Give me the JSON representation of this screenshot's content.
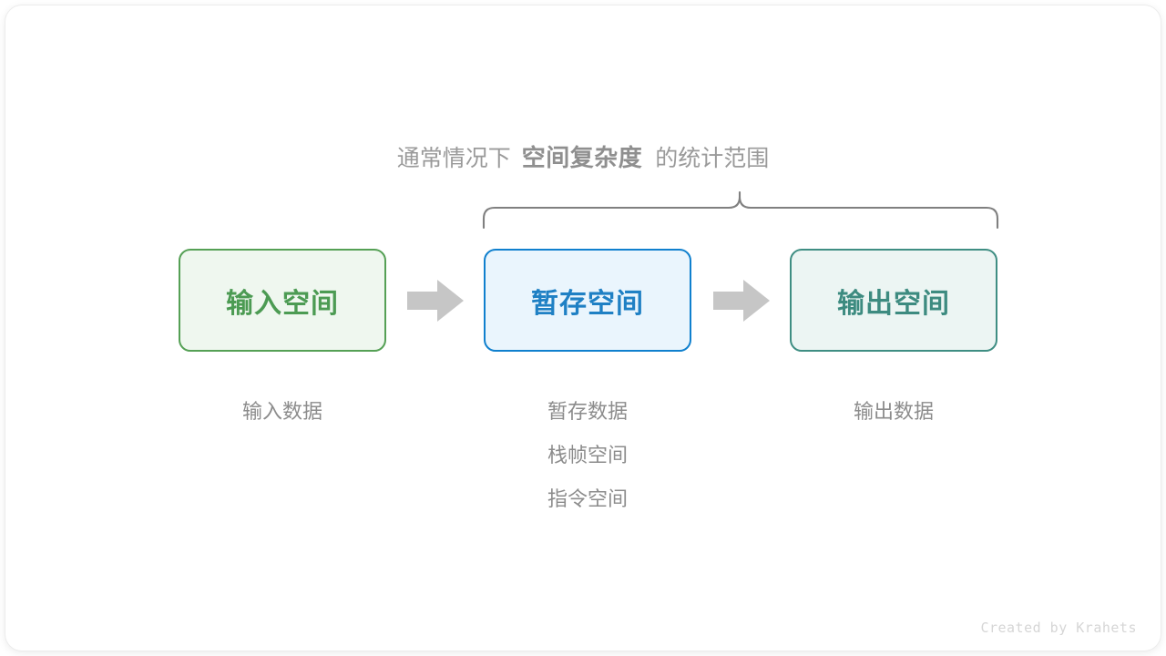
{
  "diagram": {
    "caption": {
      "prefix": "通常情况下",
      "emphasis": "空间复杂度",
      "suffix": "的统计范围"
    },
    "brace": {
      "label": "curly-brace-spanning-temp-and-output",
      "color": "#808080"
    },
    "arrows": [
      {
        "name": "arrow-input-to-temp",
        "color": "#c6c6c6"
      },
      {
        "name": "arrow-temp-to-output",
        "color": "#c6c6c6"
      }
    ],
    "boxes": [
      {
        "id": "input",
        "title": "输入空间",
        "border_color": "#55a055",
        "fill_color": "#eff7ef",
        "text_color": "#4c9b53",
        "sublabels": [
          "输入数据"
        ]
      },
      {
        "id": "temp",
        "title": "暂存空间",
        "border_color": "#1080ce",
        "fill_color": "#eaf5fd",
        "text_color": "#1f80c4",
        "sublabels": [
          "暂存数据",
          "栈帧空间",
          "指令空间"
        ]
      },
      {
        "id": "output",
        "title": "输出空间",
        "border_color": "#3f8e83",
        "fill_color": "#ecf5f3",
        "text_color": "#3d8b80",
        "sublabels": [
          "输出数据"
        ]
      }
    ],
    "watermark": "Created by Krahets"
  }
}
